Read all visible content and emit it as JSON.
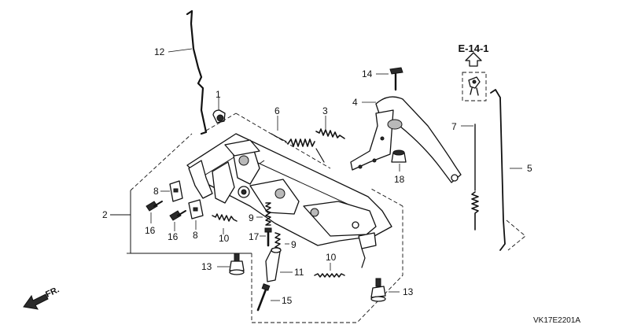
{
  "diagram": {
    "reference": "E-14-1",
    "code": "VK17E2201A",
    "direction": "FR.",
    "callouts": [
      {
        "id": "c12",
        "text": "12"
      },
      {
        "id": "c1",
        "text": "1"
      },
      {
        "id": "c6",
        "text": "6"
      },
      {
        "id": "c3",
        "text": "3"
      },
      {
        "id": "c14",
        "text": "14"
      },
      {
        "id": "c4",
        "text": "4"
      },
      {
        "id": "c7",
        "text": "7"
      },
      {
        "id": "c5",
        "text": "5"
      },
      {
        "id": "c18",
        "text": "18"
      },
      {
        "id": "c2",
        "text": "2"
      },
      {
        "id": "c8a",
        "text": "8"
      },
      {
        "id": "c8b",
        "text": "8"
      },
      {
        "id": "c16a",
        "text": "16"
      },
      {
        "id": "c16b",
        "text": "16"
      },
      {
        "id": "c10a",
        "text": "10"
      },
      {
        "id": "c9a",
        "text": "9"
      },
      {
        "id": "c17",
        "text": "17"
      },
      {
        "id": "c9b",
        "text": "9"
      },
      {
        "id": "c10b",
        "text": "10"
      },
      {
        "id": "c11",
        "text": "11"
      },
      {
        "id": "c13a",
        "text": "13"
      },
      {
        "id": "c15",
        "text": "15"
      },
      {
        "id": "c13b",
        "text": "13"
      }
    ]
  }
}
